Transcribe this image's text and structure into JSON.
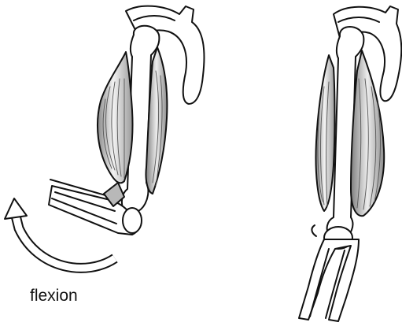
{
  "figure": {
    "caption": "flexion",
    "colors": {
      "outline": "#111111",
      "bone": "#ffffff",
      "muscle_dark": "#8a8a8a",
      "muscle_mid": "#c2c2c2",
      "muscle_light": "#f2f2f2",
      "tendon": "#b8b8b8"
    },
    "panels": [
      "arm-flexed",
      "arm-extended"
    ],
    "arrow": "curved-arrow-icon"
  }
}
